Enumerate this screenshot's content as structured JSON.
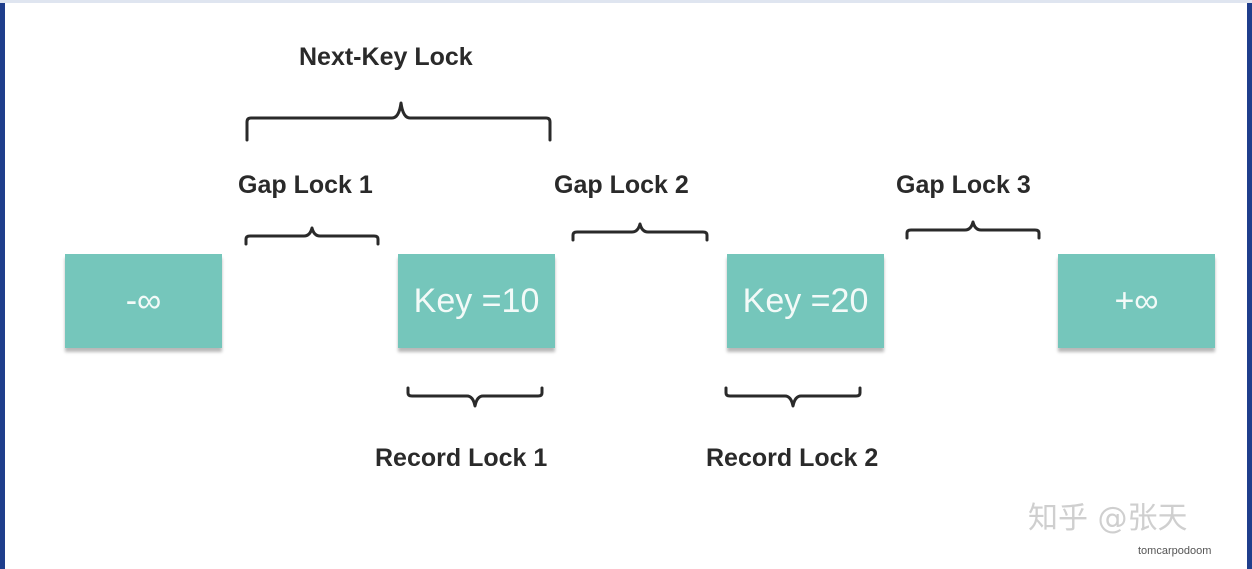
{
  "diagram": {
    "next_key_lock": "Next-Key Lock",
    "gap_locks": [
      "Gap Lock 1",
      "Gap Lock 2",
      "Gap Lock 3"
    ],
    "record_locks": [
      "Record Lock 1",
      "Record Lock 2"
    ],
    "keys": [
      "-∞",
      "Key =10",
      "Key =20",
      "+∞"
    ]
  },
  "watermark": {
    "text": "知乎 @张天",
    "sub": "tomcarpodoom"
  },
  "colors": {
    "box_fill": "#75c6bb",
    "box_text": "#f3faf8",
    "label_text": "#2a2a2a",
    "frame_edge": "#1f3e8c"
  }
}
